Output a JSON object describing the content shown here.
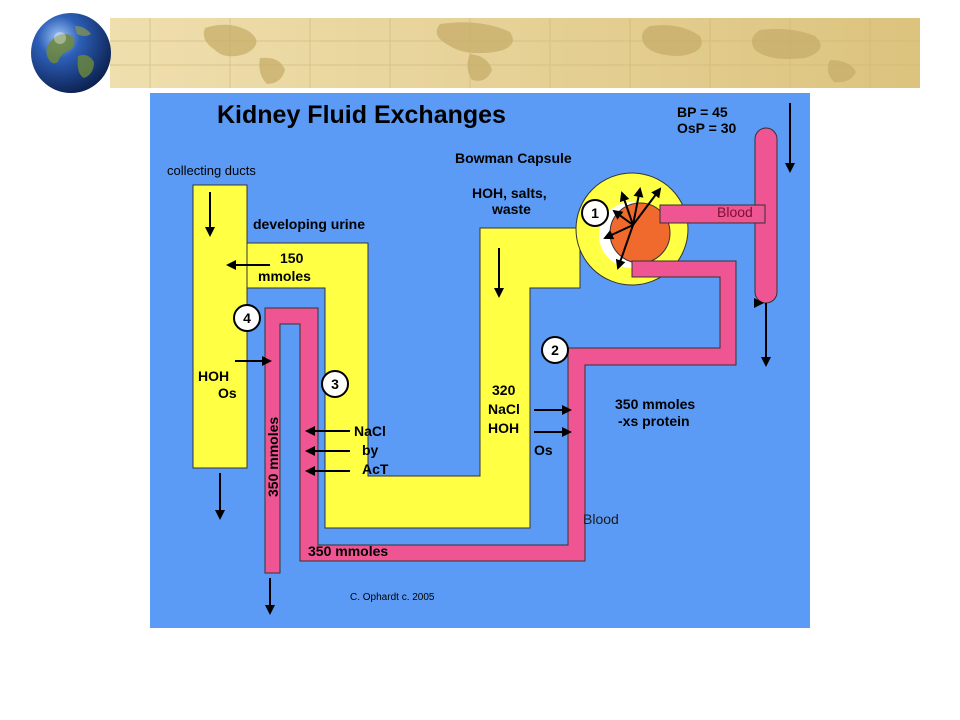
{
  "diagram": {
    "title": "Kidney Fluid Exchanges",
    "bp_label": "BP = 45",
    "osp_label": "OsP = 30",
    "collecting_ducts": "collecting ducts",
    "bowman_capsule": "Bowman Capsule",
    "filtrate_line1": "HOH, salts,",
    "filtrate_line2": "waste",
    "developing_urine": "developing urine",
    "mmoles150_line1": "150",
    "mmoles150_line2": "mmoles",
    "blood_top": "Blood",
    "blood_bottom": "Blood",
    "hoh_left": "HOH",
    "os_left": "Os",
    "mmoles350_vertical": "350 mmoles",
    "mmoles350_bottom": "350 mmoles",
    "nacl": "NaCl",
    "by": "by",
    "act": "AcT",
    "nacl320_line1": "320",
    "nacl320_line2": "NaCl",
    "nacl320_line3": "HOH",
    "os_right": "Os",
    "protein_line1": "350 mmoles",
    "protein_line2": "-xs protein",
    "credit": "C. Ophardt c. 2005",
    "markers": [
      "1",
      "2",
      "3",
      "4"
    ]
  },
  "colors": {
    "background": "#5b9bf5",
    "tubule": "#ffff44",
    "vessel": "#ee5592",
    "glomerulus": "#f06a2e",
    "banner": "#e8d49a"
  }
}
